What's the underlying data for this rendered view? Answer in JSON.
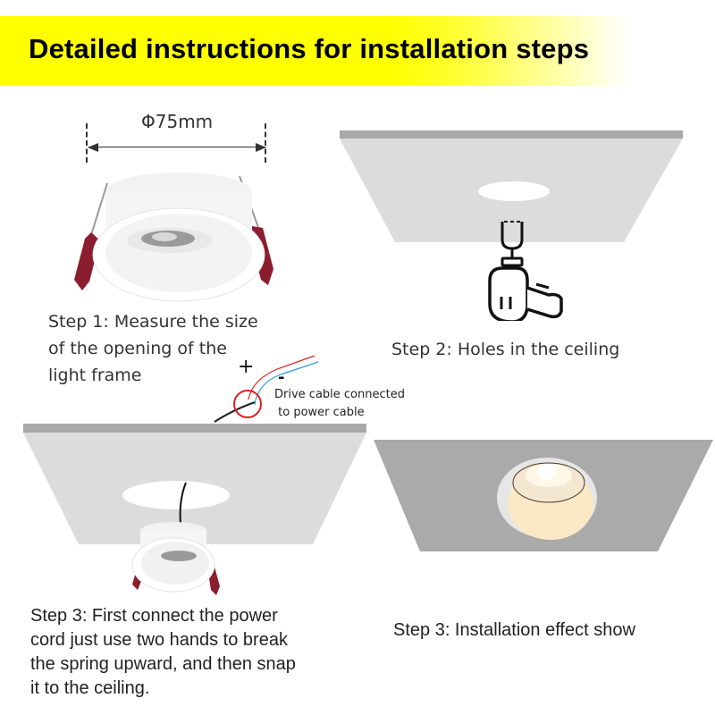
{
  "header": {
    "title": "Detailed instructions for installation steps",
    "banner_color": "#ffff00"
  },
  "step1": {
    "dimension_label": "Φ75mm",
    "lines": [
      "Step 1: Measure the size",
      "of the opening of the",
      "light frame"
    ],
    "image": "recessed-downlight-with-spring-clips"
  },
  "step2": {
    "label": "Step 2:  Holes in the ceiling",
    "image": "ceiling-panel-with-hole-and-drill"
  },
  "wiring": {
    "plus": "+",
    "minus": "-",
    "note_line1": "Drive cable connected",
    "note_line2": " to power cable",
    "colors": {
      "positive": "#e02020",
      "negative": "#2a9be0",
      "circle": "#e02020",
      "drive": "#222222"
    }
  },
  "step3a": {
    "lines": [
      "Step 3:  First connect the power",
      "cord just use two hands to break",
      "the spring upward, and then snap",
      "it to the ceiling."
    ],
    "image": "downlight-hanging-below-ceiling"
  },
  "step3b": {
    "label": "Step 3:  Installation effect show",
    "image": "installed-downlight-glowing"
  },
  "colors": {
    "ceiling_light": "#dcdcdc",
    "ceiling_edge": "#a9a9a9",
    "ceiling_dark": "#aaaaaa",
    "clip": "#8b1e2e",
    "glow": "#fbe8c4"
  }
}
